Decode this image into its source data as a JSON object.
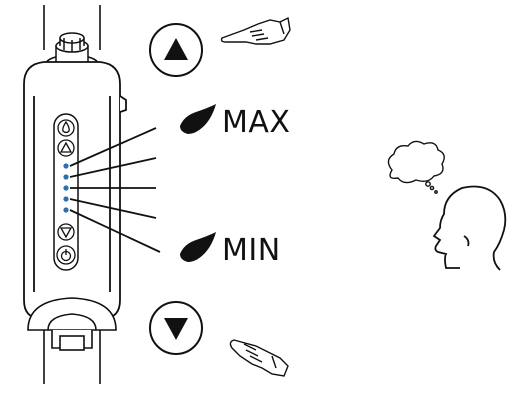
{
  "labels": {
    "max": "MAX",
    "min": "MIN"
  },
  "buttons": {
    "up_icon": "triangle-up-icon",
    "down_icon": "triangle-down-icon"
  },
  "device": {
    "led_count": 5,
    "led_color": "#2f6fb0",
    "icons": [
      "drop-icon",
      "up-small-icon",
      "down-small-icon",
      "power-icon"
    ]
  },
  "colors": {
    "ink": "#111111",
    "led": "#2f6fb0"
  }
}
